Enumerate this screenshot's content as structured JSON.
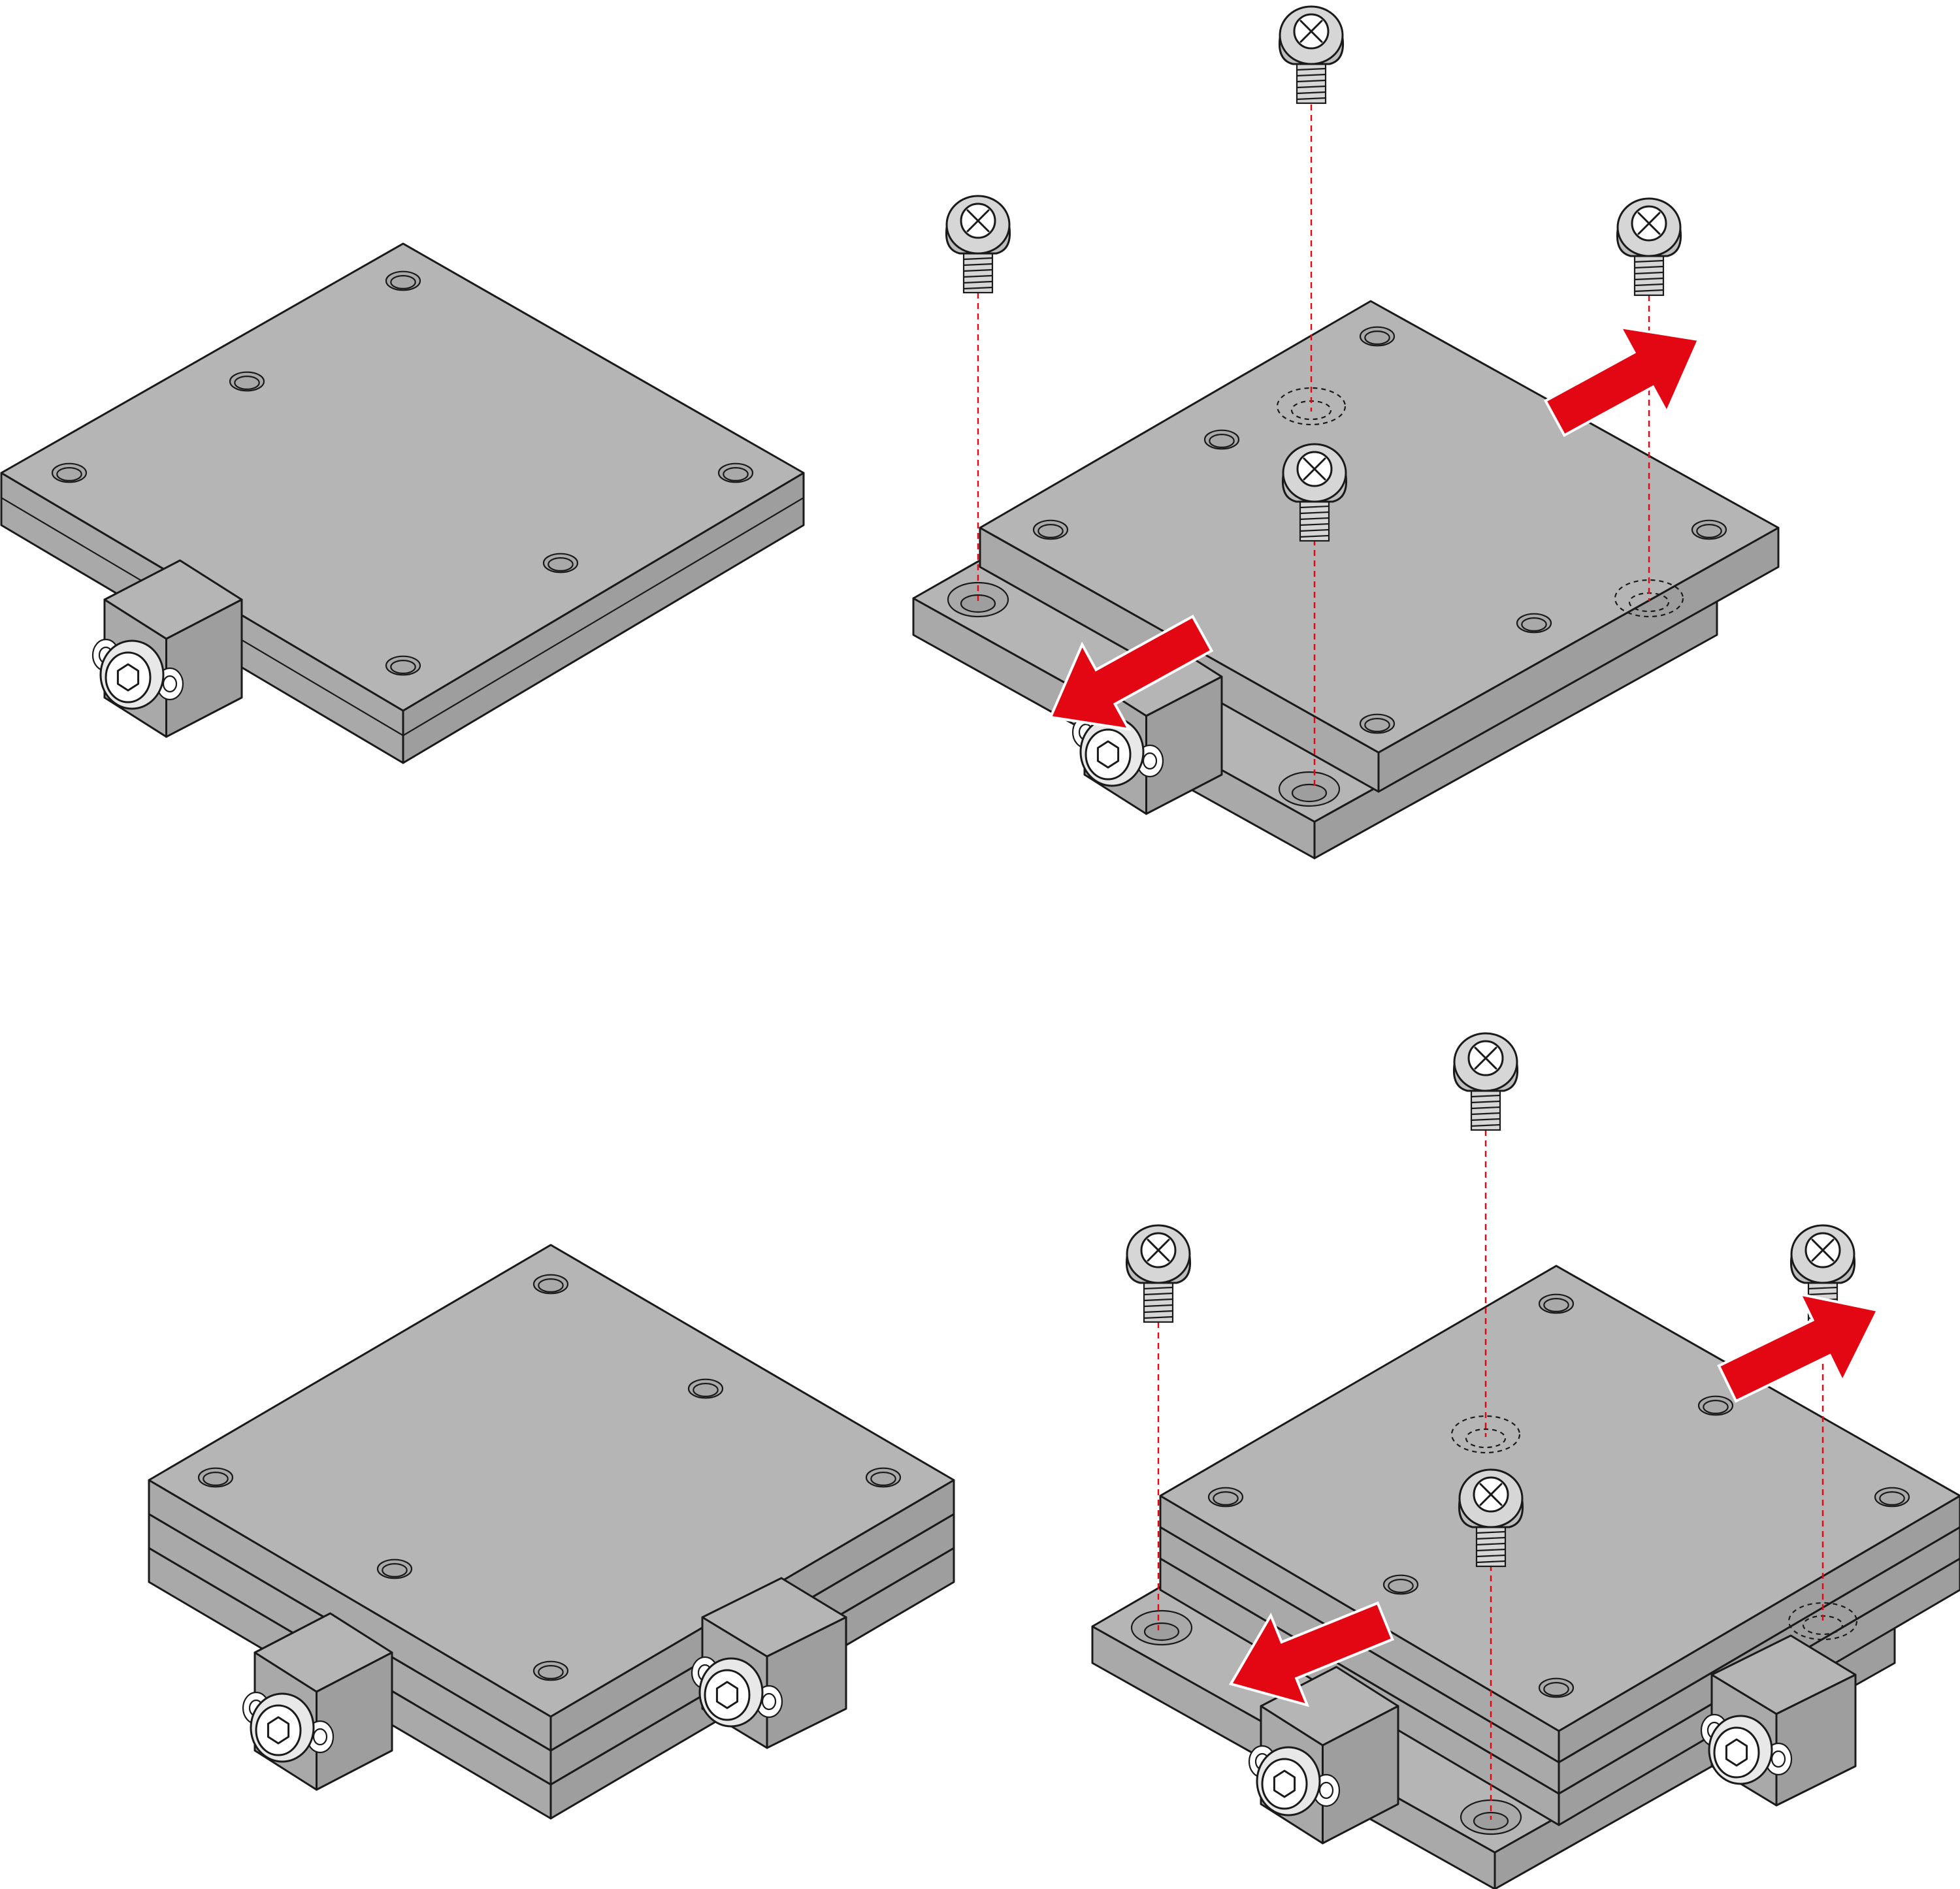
{
  "colors": {
    "plate_top": "#b5b5b5",
    "plate_side": "#a9a9a9",
    "plate_front": "#9e9e9e",
    "outline": "#1a1a1a",
    "screw": "#d6d6d6",
    "screw_shade": "#bdbdbd",
    "arrow": "#e30613",
    "guide_line": "#e30613",
    "background": "#ffffff"
  },
  "panels": [
    {
      "id": "single-stage-assembled",
      "stages": 1,
      "state": "assembled"
    },
    {
      "id": "single-stage-mounting",
      "stages": 1,
      "state": "exploded",
      "screws": 4,
      "arrows": 2
    },
    {
      "id": "two-stage-assembled",
      "stages": 2,
      "state": "assembled"
    },
    {
      "id": "two-stage-mounting",
      "stages": 2,
      "state": "exploded",
      "screws": 4,
      "arrows": 2
    }
  ],
  "icons": [
    "screw-icon",
    "hex-socket-icon",
    "direction-arrow-icon",
    "mounting-hole-icon"
  ]
}
